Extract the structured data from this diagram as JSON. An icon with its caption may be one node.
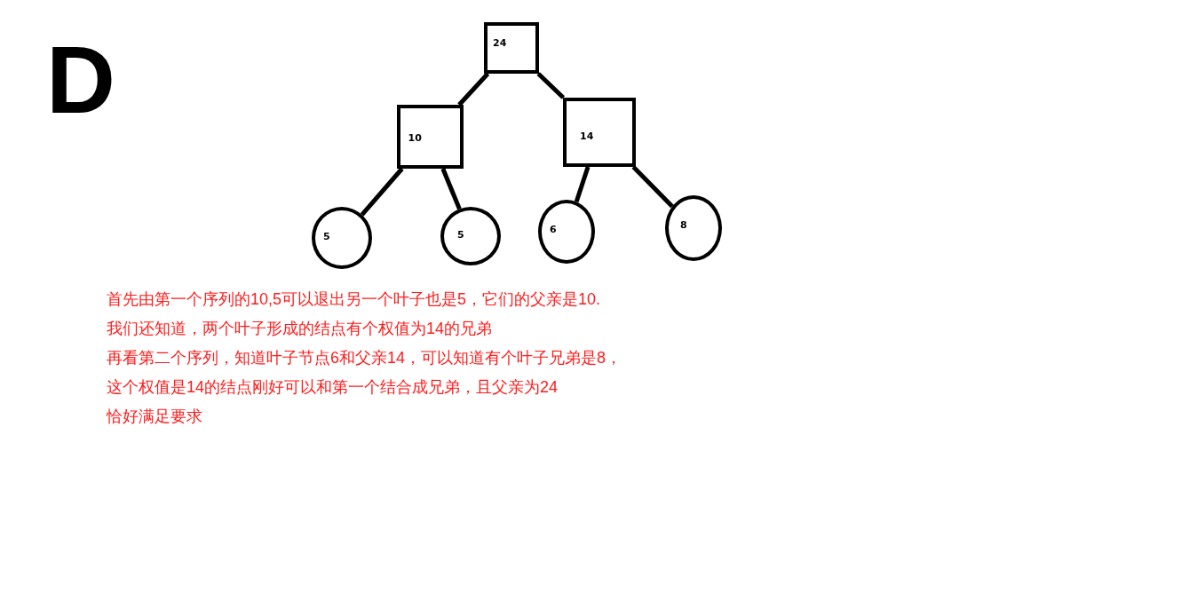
{
  "diagram": {
    "nodes": [
      {
        "text": [
          "24"
        ]
      },
      {
        "text": [
          "10"
        ]
      },
      {
        "text": [
          "14"
        ]
      },
      {
        "text": [
          "5"
        ]
      },
      {
        "text": [
          "5"
        ]
      },
      {
        "text": [
          "6"
        ]
      },
      {
        "text": [
          "8"
        ]
      }
    ],
    "edges": [
      {
        "from": 0,
        "to": 1,
        "arrow": "none"
      },
      {
        "from": 0,
        "to": 2,
        "arrow": "none"
      },
      {
        "from": 1,
        "to": 3,
        "arrow": "none"
      },
      {
        "from": 1,
        "to": 4,
        "arrow": "none"
      },
      {
        "from": 2,
        "to": 5,
        "arrow": "none"
      },
      {
        "from": 2,
        "to": 6,
        "arrow": "none"
      }
    ],
    "labels": [
      "D",
      "首先由第一个序列的10,5可以退出另一个叶子也是5，它们的父亲是10.",
      "我们还知道，两个叶子形成的结点有个权值为14的兄弟",
      "再看第二个序列，知道叶子节点6和父亲14，可以知道有个叶子兄弟是8，",
      "这个权值是14的结点刚好可以和第一个结合成兄弟，且父亲为24",
      "恰好满足要求"
    ]
  }
}
